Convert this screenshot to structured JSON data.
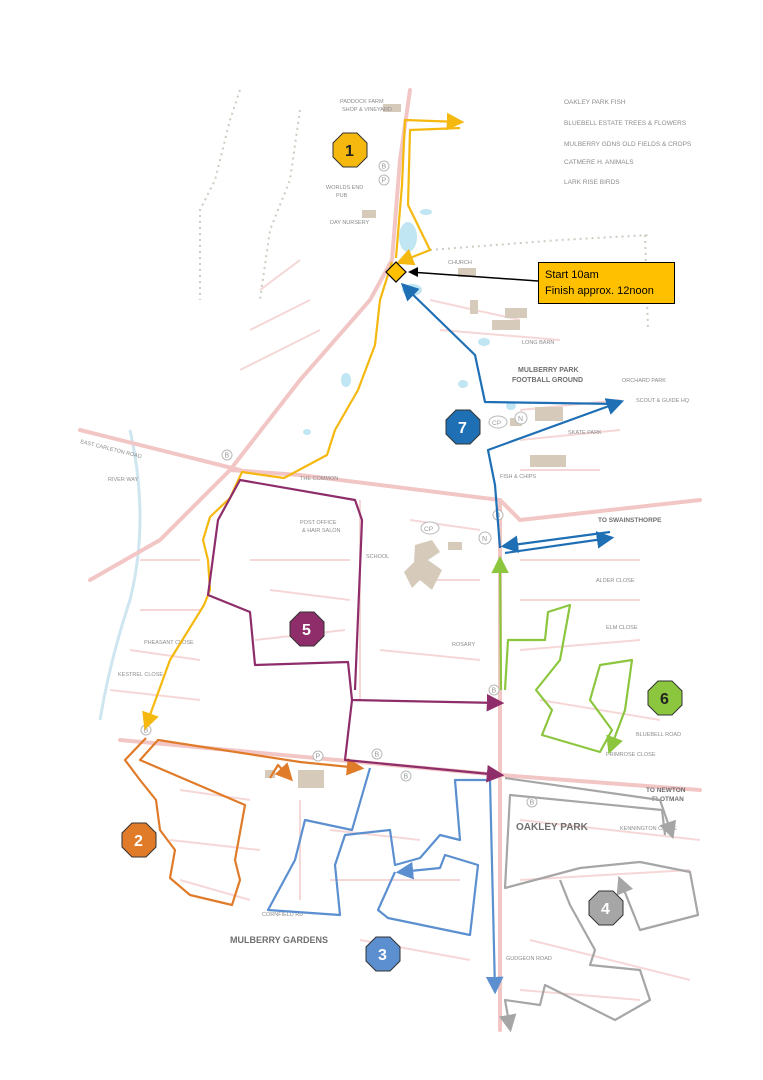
{
  "legend_title": "KEY",
  "legend_items": [
    "OAKLEY PARK FISH",
    "BLUEBELL ESTATE TREES & FLOWERS",
    "MULBERRY GDNS OLD FIELDS & CROPS",
    "CATMERE H. ANIMALS",
    "LARK RISE BIRDS"
  ],
  "callout": {
    "line1": "Start 10am",
    "line2": "Finish approx. 12noon"
  },
  "routes": [
    {
      "number": "1",
      "color": "#f5b80f",
      "shape": "octagon"
    },
    {
      "number": "2",
      "color": "#e07b2a",
      "shape": "octagon"
    },
    {
      "number": "3",
      "color": "#5b8fcf",
      "shape": "octagon"
    },
    {
      "number": "4",
      "color": "#a6a6a6",
      "shape": "octagon"
    },
    {
      "number": "5",
      "color": "#8e2d6a",
      "shape": "octagon"
    },
    {
      "number": "6",
      "color": "#8cc63f",
      "shape": "octagon"
    },
    {
      "number": "7",
      "color": "#1f6fb5",
      "shape": "octagon"
    }
  ],
  "area_labels": {
    "oakley_park": "OAKLEY PARK",
    "mulberry_gardens": "MULBERRY GARDENS",
    "mulberry_park": "MULBERRY PARK",
    "football_ground": "FOOTBALL GROUND",
    "to_swainsthorpe": "TO SWAINSTHORPE",
    "to_newton": "TO NEWTON",
    "flotman": "FLOTMAN",
    "school": "SCHOOL",
    "long_barn": "LONG BARN",
    "church": "CHURCH",
    "paddock_farm": "PADDOCK FARM",
    "shop_vineyard": "SHOP & VINEYARD",
    "worlds_end": "WORLDS END",
    "pub": "PUB",
    "day_nursery": "DAY NURSERY",
    "post_office": "POST OFFICE",
    "hair_salon": "& HAIR SALON",
    "east_carleton_road": "EAST CARLETON ROAD",
    "river_way": "RIVER WAY",
    "the_common": "THE COMMON",
    "bluebell_road": "BLUEBELL ROAD",
    "alder_close": "ALDER CLOSE",
    "elm_close": "ELM CLOSE",
    "rosary": "ROSARY",
    "orchard_park": "ORCHARD PARK",
    "scout_hq": "SCOUT & GUIDE HQ",
    "skate_park": "SKATE PARK",
    "fish_chips": "FISH & CHIPS",
    "kennington_close": "KENNINGTON CLOSE",
    "cornfield_rd": "CORNFIELD RD",
    "gudgeon_road": "GUDGEON ROAD",
    "primrose_close": "PRIMROSE CLOSE",
    "pheasant_close": "PHEASANT CLOSE",
    "kestrel_close": "KESTREL CLOSE"
  },
  "markers": {
    "community_centre": "CP",
    "north": "N",
    "bus": "B",
    "phone": "P"
  }
}
